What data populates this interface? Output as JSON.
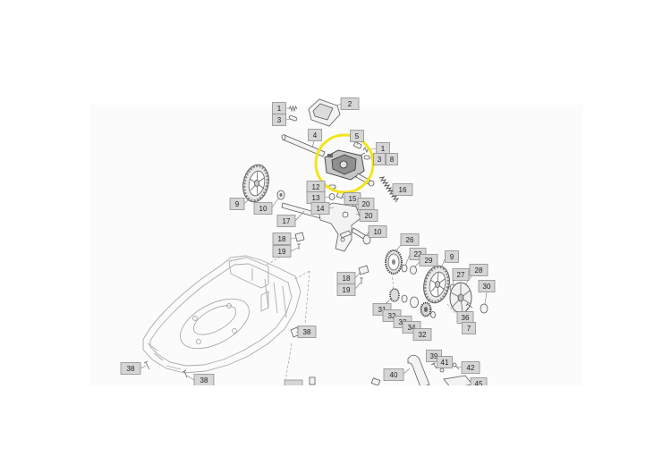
{
  "highlight_color": "#f2e41b",
  "callouts": [
    "1",
    "3",
    "2",
    "4",
    "5",
    "1",
    "3",
    "8",
    "16",
    "9",
    "10",
    "12",
    "13",
    "14",
    "15",
    "20",
    "20",
    "17",
    "10",
    "18",
    "19",
    "26",
    "22",
    "29",
    "9",
    "27",
    "28",
    "18",
    "19",
    "30",
    "31",
    "32",
    "33",
    "34",
    "36",
    "7",
    "32",
    "38",
    "38",
    "38",
    "40",
    "39",
    "41",
    "42",
    "45"
  ]
}
